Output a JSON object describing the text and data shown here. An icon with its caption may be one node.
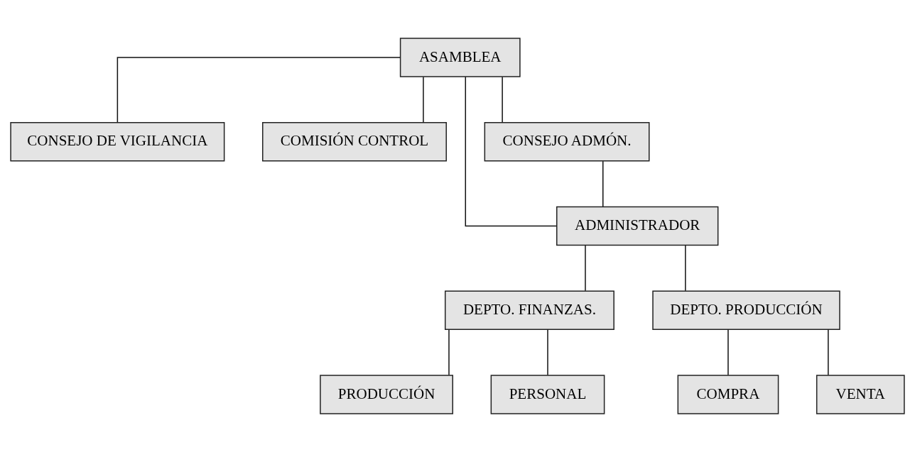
{
  "diagram": {
    "nodes": [
      {
        "text": [
          "ASAMBLEA"
        ]
      },
      {
        "text": [
          "CONSEJO DE VIGILANCIA"
        ]
      },
      {
        "text": [
          "COMISIÓN CONTROL"
        ]
      },
      {
        "text": [
          "CONSEJO ADMÓN."
        ]
      },
      {
        "text": [
          "ADMINISTRADOR"
        ]
      },
      {
        "text": [
          "DEPTO. FINANZAS."
        ]
      },
      {
        "text": [
          "DEPTO. PRODUCCIÓN"
        ]
      },
      {
        "text": [
          "PRODUCCIÓN"
        ]
      },
      {
        "text": [
          "PERSONAL"
        ]
      },
      {
        "text": [
          "COMPRA"
        ]
      },
      {
        "text": [
          "VENTA"
        ]
      }
    ],
    "edges": [
      {
        "from": 0,
        "to": 1,
        "arrow": "none"
      },
      {
        "from": 0,
        "to": 2,
        "arrow": "none"
      },
      {
        "from": 0,
        "to": 3,
        "arrow": "none"
      },
      {
        "from": 0,
        "to": 4,
        "arrow": "none"
      },
      {
        "from": 3,
        "to": 4,
        "arrow": "none"
      },
      {
        "from": 4,
        "to": 5,
        "arrow": "none"
      },
      {
        "from": 4,
        "to": 6,
        "arrow": "none"
      },
      {
        "from": 5,
        "to": 7,
        "arrow": "none"
      },
      {
        "from": 5,
        "to": 8,
        "arrow": "none"
      },
      {
        "from": 6,
        "to": 9,
        "arrow": "none"
      },
      {
        "from": 6,
        "to": 10,
        "arrow": "none"
      }
    ]
  }
}
